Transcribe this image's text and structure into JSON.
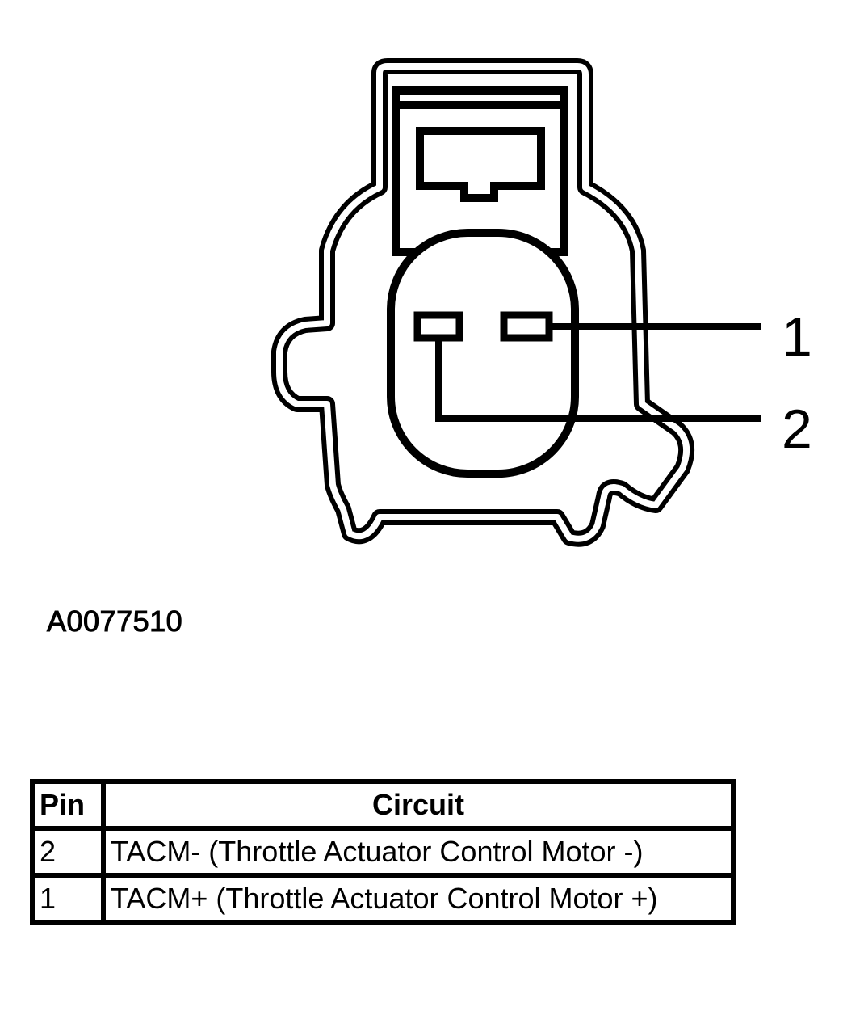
{
  "connector": {
    "callouts": [
      {
        "label": "1",
        "pin": 1
      },
      {
        "label": "2",
        "pin": 2
      }
    ]
  },
  "figure_id": "A0077510",
  "table": {
    "headers": {
      "pin": "Pin",
      "circuit": "Circuit"
    },
    "rows": [
      {
        "pin": "2",
        "circuit": "TACM- (Throttle Actuator Control Motor -)"
      },
      {
        "pin": "1",
        "circuit": "TACM+ (Throttle Actuator Control Motor +)"
      }
    ]
  }
}
